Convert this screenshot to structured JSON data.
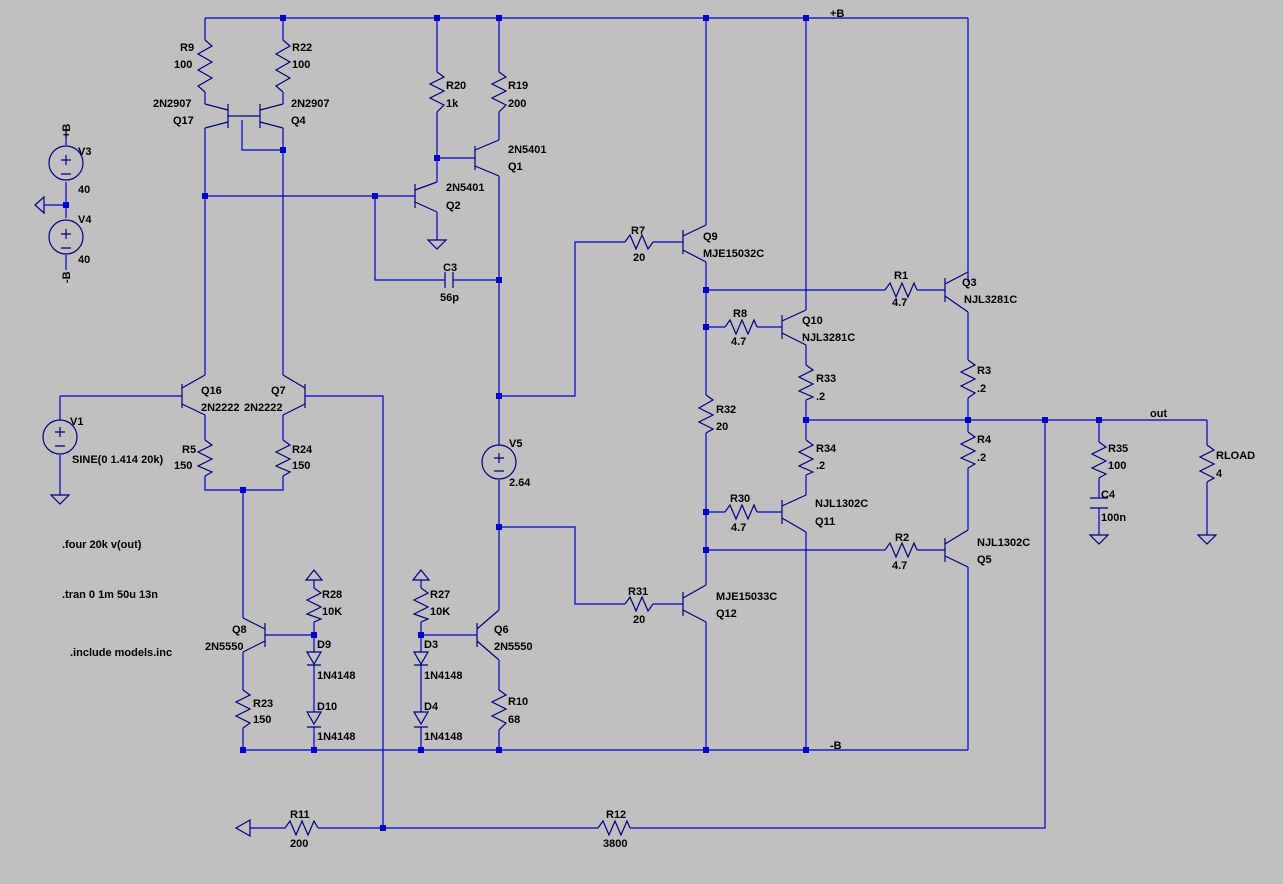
{
  "nets": {
    "pos": "+B",
    "neg": "-B",
    "out": "out"
  },
  "parts": {
    "R9": {
      "ref": "R9",
      "val": "100"
    },
    "R22": {
      "ref": "R22",
      "val": "100"
    },
    "Q17": {
      "ref": "Q17",
      "model": "2N2907"
    },
    "Q4": {
      "ref": "Q4",
      "model": "2N2907"
    },
    "R20": {
      "ref": "R20",
      "val": "1k"
    },
    "R19": {
      "ref": "R19",
      "val": "200"
    },
    "Q1": {
      "ref": "Q1",
      "model": "2N5401"
    },
    "Q2": {
      "ref": "Q2",
      "model": "2N5401"
    },
    "C3": {
      "ref": "C3",
      "val": "56p"
    },
    "V3": {
      "ref": "V3",
      "val": "40"
    },
    "V4": {
      "ref": "V4",
      "val": "40"
    },
    "V1": {
      "ref": "V1",
      "val": "SINE(0 1.414 20k)"
    },
    "Q16": {
      "ref": "Q16",
      "model": "2N2222"
    },
    "Q7": {
      "ref": "Q7",
      "model": "2N2222"
    },
    "R5": {
      "ref": "R5",
      "val": "150"
    },
    "R24": {
      "ref": "R24",
      "val": "150"
    },
    "V5": {
      "ref": "V5",
      "val": "2.64"
    },
    "R7": {
      "ref": "R7",
      "val": "20"
    },
    "Q9": {
      "ref": "Q9",
      "model": "MJE15032C"
    },
    "R1": {
      "ref": "R1",
      "val": "4.7"
    },
    "Q3": {
      "ref": "Q3",
      "model": "NJL3281C"
    },
    "R8": {
      "ref": "R8",
      "val": "4.7"
    },
    "Q10": {
      "ref": "Q10",
      "model": "NJL3281C"
    },
    "R33": {
      "ref": "R33",
      "val": ".2"
    },
    "R3": {
      "ref": "R3",
      "val": ".2"
    },
    "R32": {
      "ref": "R32",
      "val": "20"
    },
    "R34": {
      "ref": "R34",
      "val": ".2"
    },
    "R4": {
      "ref": "R4",
      "val": ".2"
    },
    "R35": {
      "ref": "R35",
      "val": "100"
    },
    "C4": {
      "ref": "C4",
      "val": "100n"
    },
    "RLOAD": {
      "ref": "RLOAD",
      "val": "4"
    },
    "R30": {
      "ref": "R30",
      "val": "4.7"
    },
    "Q11": {
      "ref": "Q11",
      "model": "NJL1302C"
    },
    "R2": {
      "ref": "R2",
      "val": "4.7"
    },
    "Q5": {
      "ref": "Q5",
      "model": "NJL1302C"
    },
    "R31": {
      "ref": "R31",
      "val": "20"
    },
    "Q12": {
      "ref": "Q12",
      "model": "MJE15033C"
    },
    "R28": {
      "ref": "R28",
      "val": "10K"
    },
    "R27": {
      "ref": "R27",
      "val": "10K"
    },
    "Q8": {
      "ref": "Q8",
      "model": "2N5550"
    },
    "Q6": {
      "ref": "Q6",
      "model": "2N5550"
    },
    "D9": {
      "ref": "D9",
      "model": "1N4148"
    },
    "D10": {
      "ref": "D10",
      "model": "1N4148"
    },
    "D3": {
      "ref": "D3",
      "model": "1N4148"
    },
    "D4": {
      "ref": "D4",
      "model": "1N4148"
    },
    "R23": {
      "ref": "R23",
      "val": "150"
    },
    "R10": {
      "ref": "R10",
      "val": "68"
    },
    "R11": {
      "ref": "R11",
      "val": "200"
    },
    "R12": {
      "ref": "R12",
      "val": "3800"
    }
  },
  "directives": {
    "four": ".four 20k v(out)",
    "tran": ".tran 0 1m 50u 13n",
    "include": ".include models.inc"
  }
}
